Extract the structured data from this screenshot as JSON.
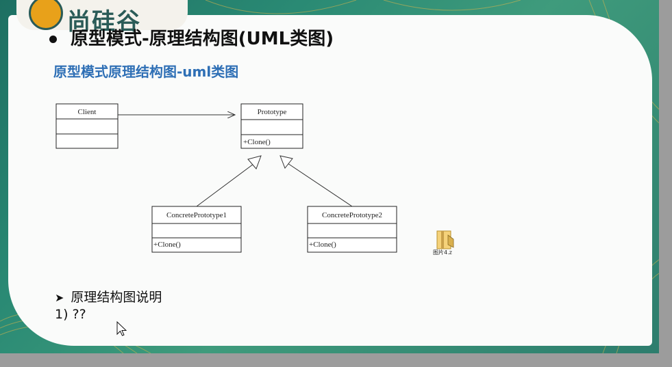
{
  "logo": {
    "text": "尚硅谷"
  },
  "slide": {
    "title": "原型模式-原理结构图(UML类图)",
    "subtitle": "原型模式原理结构图-uml类图"
  },
  "diagram": {
    "classes": [
      {
        "name": "Client",
        "methods": []
      },
      {
        "name": "Prototype",
        "methods": [
          "+Clone()"
        ]
      },
      {
        "name": "ConcretePrototype1",
        "methods": [
          "+Clone()"
        ]
      },
      {
        "name": "ConcretePrototype2",
        "methods": [
          "+Clone()"
        ]
      }
    ],
    "relations": [
      {
        "from": "Client",
        "to": "Prototype",
        "type": "association"
      },
      {
        "from": "ConcretePrototype1",
        "to": "Prototype",
        "type": "generalization"
      },
      {
        "from": "ConcretePrototype2",
        "to": "Prototype",
        "type": "generalization"
      }
    ]
  },
  "desktop_file": {
    "label": "图片4.z",
    "icon": "folder-zip-icon"
  },
  "notes": {
    "heading": "原理结构图说明",
    "item1": "1)  ??"
  },
  "colors": {
    "subtitle": "#2e6fb5",
    "frame": "#2a8a74"
  }
}
